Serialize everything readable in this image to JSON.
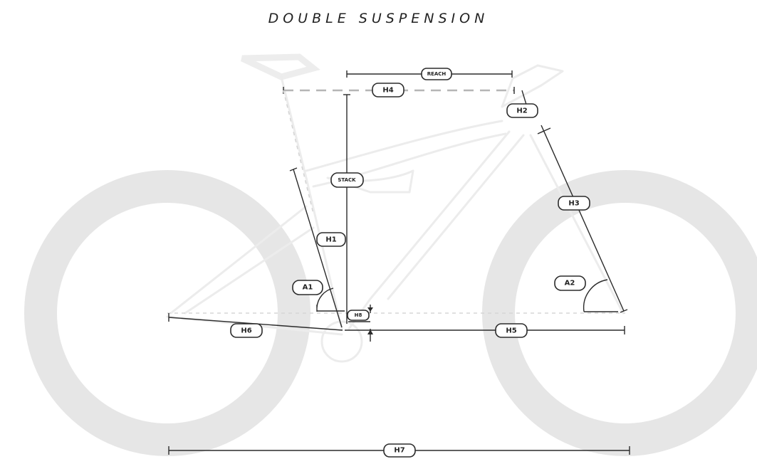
{
  "title": "DOUBLE SUSPENSION",
  "labels": {
    "reach": "REACH",
    "h4": "H4",
    "h2": "H2",
    "stack": "STACK",
    "h1": "H1",
    "h3": "H3",
    "a1": "A1",
    "a2": "A2",
    "h8": "H8",
    "h6": "H6",
    "h5": "H5",
    "h7": "H7"
  }
}
